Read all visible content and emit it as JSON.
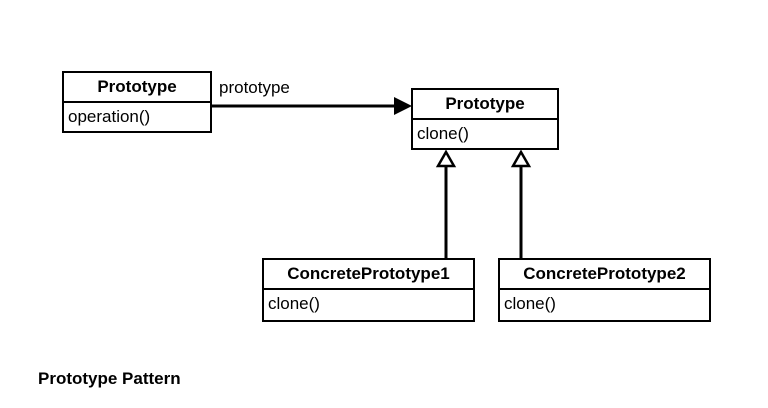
{
  "diagram": {
    "classes": {
      "client": {
        "name": "Prototype",
        "operation": "operation()"
      },
      "prototype": {
        "name": "Prototype",
        "operation": "clone()"
      },
      "concrete1": {
        "name": "ConcretePrototype1",
        "operation": "clone()"
      },
      "concrete2": {
        "name": "ConcretePrototype2",
        "operation": "clone()"
      }
    },
    "association_label": "prototype",
    "caption": "Prototype Pattern"
  }
}
